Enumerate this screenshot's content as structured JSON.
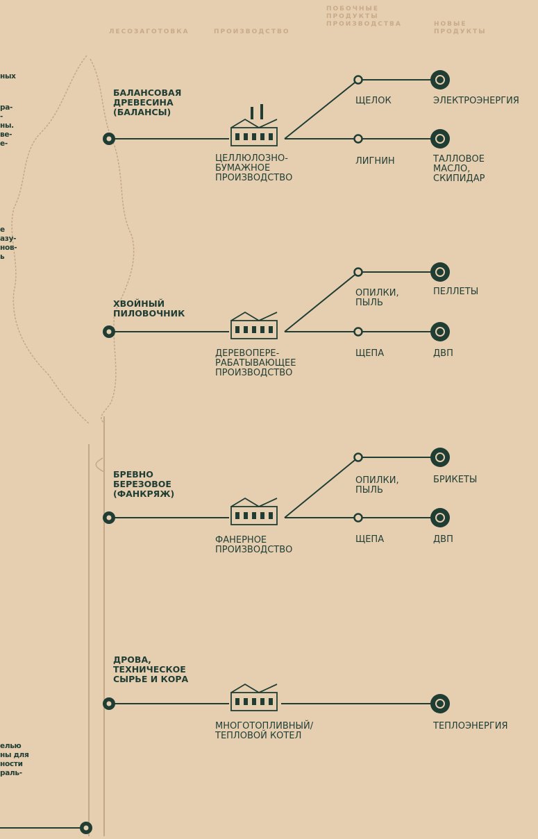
{
  "headers": {
    "logging": "ЛЕСОЗАГОТОВКА",
    "production": "ПРОИЗВОДСТВО",
    "byproducts": "ПОБОЧНЫЕ\nПРОДУКТЫ\nПРОИЗВОДСТВА",
    "new_products": "НОВЫЕ\nПРОДУКТЫ"
  },
  "left_fragments": {
    "f1": "ных",
    "f2": "ра-\n-\nны.\nве-\nе-",
    "f3": "е\nазу-\nнов-\nь",
    "f4": "елью\nны для\nности\nраль-"
  },
  "rows": [
    {
      "raw": "БАЛАНСОВАЯ\nДРЕВЕСИНА\n(БАЛАНСЫ)",
      "production": "ЦЕЛЛЮЛОЗНО-\nБУМАЖНОЕ\nПРОИЗВОДСТВО",
      "production_icon": "pulp-mill-icon",
      "byproducts": [
        "ЩЕЛОК",
        "ЛИГНИН"
      ],
      "products": [
        "ЭЛЕКТРОЭНЕРГИЯ",
        "ТАЛЛОВОЕ\nМАСЛО,\nСКИПИДАР"
      ],
      "product_icons": [
        "lightning-icon",
        "drop-icon"
      ]
    },
    {
      "raw": "ХВОЙНЫЙ\nПИЛОВОЧНИК",
      "production": "ДЕРЕВОПЕРЕ-\nРАБАТЫВАЮЩЕЕ\nПРОИЗВОДСТВО",
      "production_icon": "sawmill-icon",
      "byproducts": [
        "ОПИЛКИ,\nПЫЛЬ",
        "ЩЕПА"
      ],
      "products": [
        "ПЕЛЛЕТЫ",
        "ДВП"
      ],
      "product_icons": [
        "pellet-icon",
        "fiberboard-icon"
      ]
    },
    {
      "raw": "БРЕВНО\nБЕРЕЗОВОЕ\n(ФАНКРЯЖ)",
      "production": "ФАНЕРНОЕ\nПРОИЗВОДСТВО",
      "production_icon": "plywood-plant-icon",
      "byproducts": [
        "ОПИЛКИ,\nПЫЛЬ",
        "ЩЕПА"
      ],
      "products": [
        "БРИКЕТЫ",
        "ДВП"
      ],
      "product_icons": [
        "briquette-icon",
        "fiberboard-icon"
      ]
    },
    {
      "raw": "ДРОВА,\nТЕХНИЧЕСКОЕ\nСЫРЬЕ И КОРА",
      "production": "МНОГОТОПЛИВНЫЙ/\nТЕПЛОВОЙ КОТЕЛ",
      "production_icon": "boiler-icon",
      "byproducts": [],
      "products": [
        "ТЕПЛОЭНЕРГИЯ"
      ],
      "product_icons": [
        "flame-icon"
      ]
    }
  ],
  "colors": {
    "background": "#e6ceb1",
    "dark_green": "#1f3d33",
    "header_tan": "#c9ab87",
    "tree_outline": "#c4a886"
  }
}
